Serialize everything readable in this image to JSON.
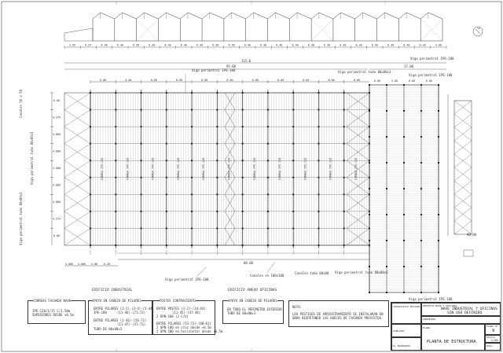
{
  "drawing": {
    "top_section_dims": [
      "3.65",
      "6.07",
      "6.40",
      "6.40",
      "6.40",
      "6.40",
      "6.40",
      "6.40",
      "6.40",
      "6.40",
      "6.40",
      "6.40",
      "6.40",
      "6.40",
      "6.40",
      "6.40",
      "6.40",
      "6.40",
      "6.40",
      "6.40",
      "6.40",
      "6.40",
      "6.40",
      "4.00"
    ],
    "overall_dim": "115.0",
    "dim_95": "95.00",
    "dim_17": "17.00",
    "bay_dims": [
      "8.00",
      "8.00",
      "8.00",
      "8.00",
      "8.00",
      "8.00",
      "8.00",
      "8.00",
      "8.00",
      "8.00",
      "8.00"
    ],
    "bay_dims_right": [
      "8.00",
      "4.00",
      "8.00",
      "6.00"
    ],
    "bottom_dims": [
      "4.000",
      "4.000",
      "4.00",
      "8.20"
    ],
    "label_88": "88.00",
    "callouts": [
      "Viga perimetral IPE-180",
      "Viga perimetral IPE-180",
      "Viga perimetral tubo 80x80x3",
      "Viga perimetral IPE-180",
      "Viga perimetral IPE-180",
      "Viga perimetral IPE-180",
      "Canalon en 100x100",
      "Canalon tubo 80x80",
      "Viga perimetral tubo 80x80x3"
    ],
    "left_callouts": [
      "Canalon 50 x 50",
      "Viga perimetral tubo 80x80x3",
      "Viga perimetral tubo 80x80x3"
    ],
    "left_dims": [
      "6.00",
      "4.575",
      "4.800",
      "4.800",
      "4.800",
      "4.800",
      "4.800",
      "4.575",
      "6.00"
    ],
    "grid_col_label": "CORREA IPE-120",
    "right_dim": "90.00"
  },
  "legend": {
    "title_main": "EDIFICIO INDUSTRIAL",
    "title_secondary": "EDIFICIO ANEXO OFICINAS",
    "box1": {
      "title": "CORREAS FACHADA NAVE",
      "lines": [
        "IPE-120/1/15 C/1.50m",
        "SUPERIORES DESDE +0.5m"
      ]
    },
    "box2": {
      "title": "APOYO EN CABEZA DE PILARES",
      "lines": [
        "ENTRE PILARES (1-2),(3-4)-(5-44)",
        "IPE-180",
        "(11-46)-(71-73)",
        "ENTRE PILARES (1-46)-(56-71)",
        "(11-47)-(37-73)",
        "TUBO DE 80x80x3"
      ]
    },
    "box3": {
      "title": "POSTES CONTRAVIENTO",
      "lines": [
        "ENTRE POSTES (1-2)-(34-44)",
        "(11-45)-(47-48)",
        "2 UPN-180 (2 C/U)",
        "ENTRE PILARES (53-73)-(60-61)",
        "2 UPN-180 en cruz desde +0.5m",
        "2 UPN-200 en horizontal desde +0.5m"
      ]
    },
    "box4": {
      "title": "APOYO EN CABEZA DE PILARES",
      "lines": [
        "EN TODO EL PERIMETRO EXTERIOR",
        "TUBO DE 80x80x3"
      ]
    },
    "nota": {
      "title": "NOTA:",
      "lines": [
        "LOS POSTIGOS DE ARRIOSTRAMIENTO SE INSTALARAN EN",
        "OBRA RESPETANDO LOS HUECOS DE FACHADA PREVISTOS"
      ]
    }
  },
  "title_block": {
    "company_label": "CONTRATISTA ENTIDAD",
    "project_label": "PROYECTO NAVE Y OFICINAS",
    "project_name": "NAVE INDUSTRIAL Y OFICINAS",
    "project_name_2": "SIN USO DEFINIDO",
    "author_label": "INGENIERO",
    "date_label": "FECHA",
    "plan_label": "PLANO",
    "plan_title": "PLANTA DE ESTRUCTURA",
    "plan_no_label": "PLANO Nº",
    "plan_no": "9",
    "scale_label": "ESCALA",
    "scale": "1/200",
    "sheet_label": "HOJA",
    "drawn_label": "DIBUJADO",
    "checked_label": "COMPROBADO",
    "revision_label": "REVISION",
    "engineer_label": "EL INGENIERO"
  },
  "north": {
    "symbol": "N"
  }
}
